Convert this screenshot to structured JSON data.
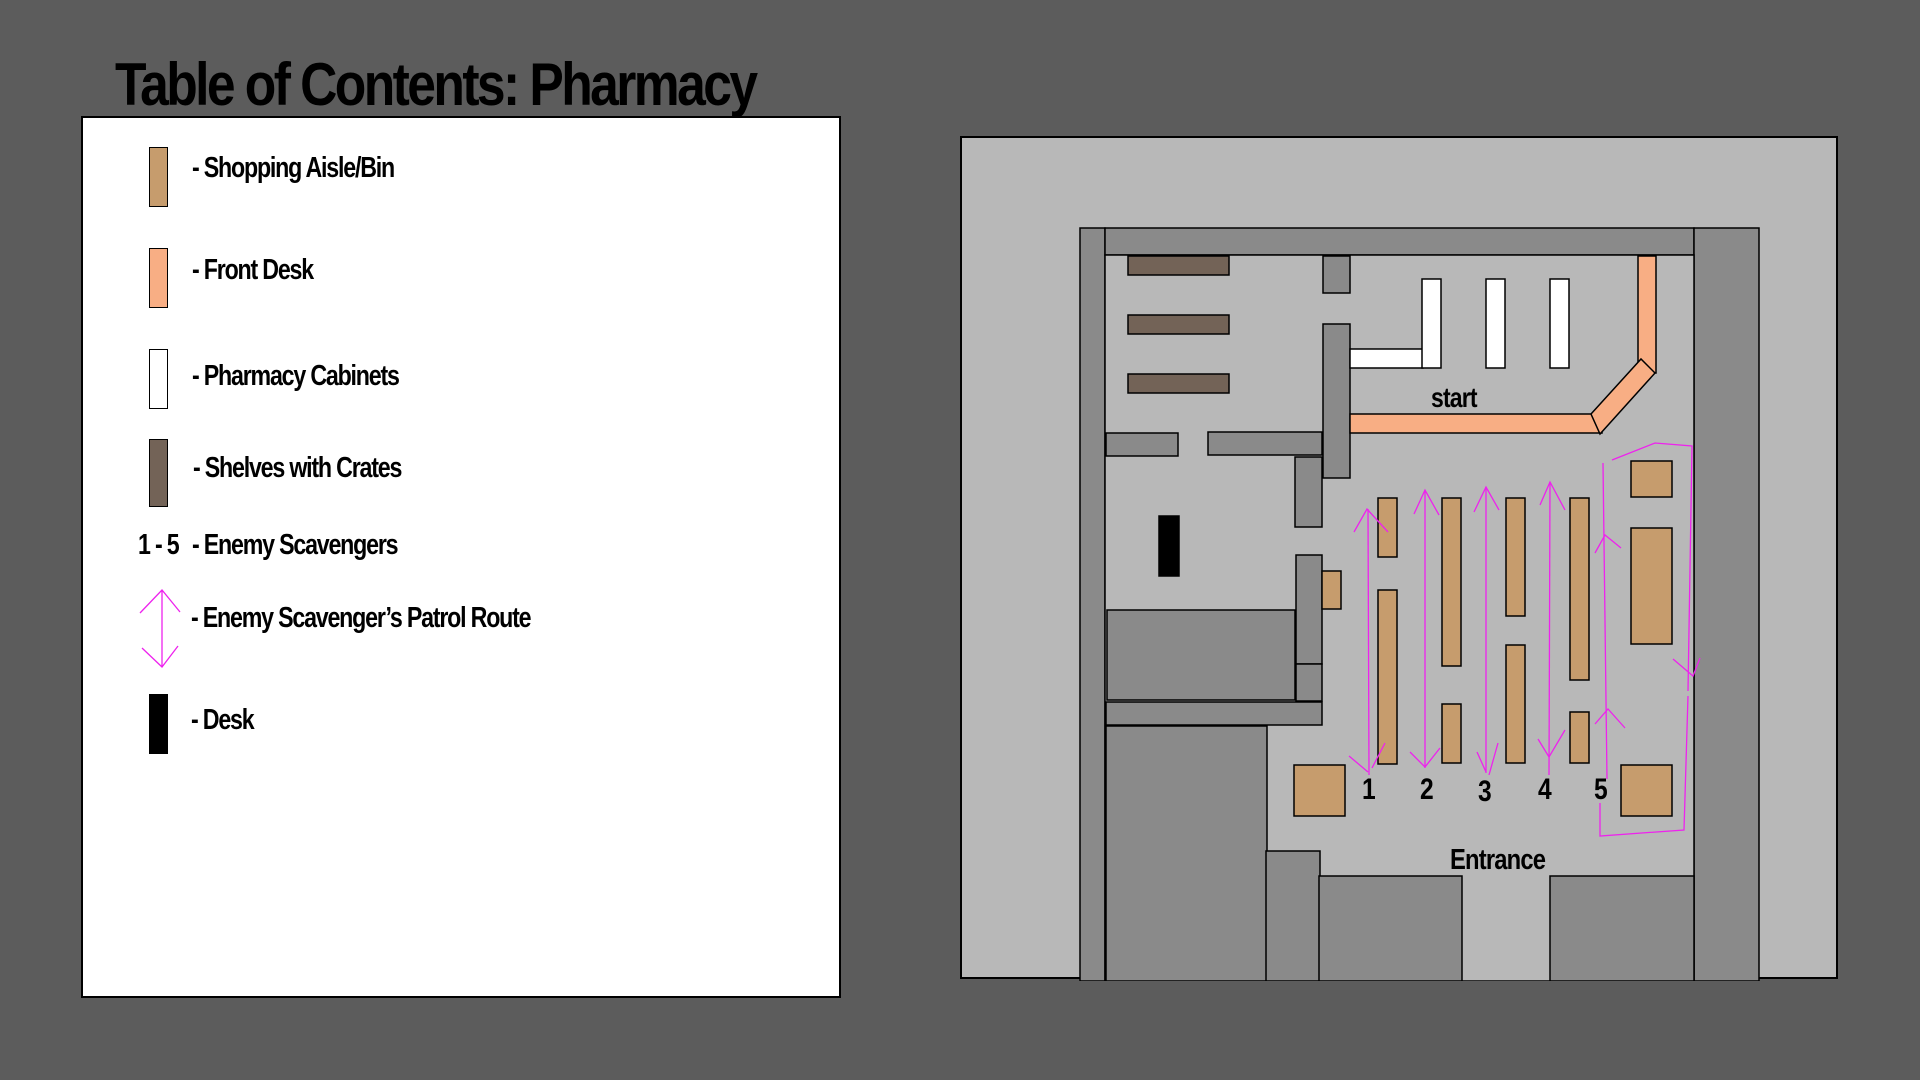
{
  "title": "Table of Contents: Pharmacy",
  "colors": {
    "background": "#5c5c5c",
    "panel": "#ffffff",
    "map_outer": "#b8b8b8",
    "wall": "#8a8a8a",
    "floor": "#b8b8b8",
    "shopping_aisle": "#c69c6d",
    "front_desk": "#f8ae84",
    "pharmacy_cabinet": "#ffffff",
    "shelves_crates": "#736357",
    "desk": "#000000",
    "patrol_route": "#ee22ee"
  },
  "legend": {
    "items": [
      {
        "key": "shopping-aisle",
        "symbol": "swatch",
        "color": "#c69c6d",
        "label": "- Shopping Aisle/Bin"
      },
      {
        "key": "front-desk",
        "symbol": "swatch",
        "color": "#f8ae84",
        "label": "- Front Desk"
      },
      {
        "key": "pharmacy-cabinets",
        "symbol": "swatch",
        "color": "#ffffff",
        "label": "- Pharmacy Cabinets"
      },
      {
        "key": "shelves-crates",
        "symbol": "swatch",
        "color": "#736357",
        "label": "- Shelves with Crates"
      },
      {
        "key": "enemy-scavengers",
        "symbol": "text",
        "symbol_text": "1 - 5",
        "label": "- Enemy Scavengers"
      },
      {
        "key": "patrol-route",
        "symbol": "double-arrow",
        "color": "#ee22ee",
        "label": "- Enemy Scavenger’s Patrol Route"
      },
      {
        "key": "desk",
        "symbol": "swatch",
        "color": "#000000",
        "label": "- Desk"
      }
    ]
  },
  "map": {
    "labels": {
      "start": "start",
      "entrance": "Entrance"
    },
    "enemies": [
      {
        "id": "1",
        "label": "1"
      },
      {
        "id": "2",
        "label": "2"
      },
      {
        "id": "3",
        "label": "3"
      },
      {
        "id": "4",
        "label": "4"
      },
      {
        "id": "5",
        "label": "5"
      }
    ]
  }
}
